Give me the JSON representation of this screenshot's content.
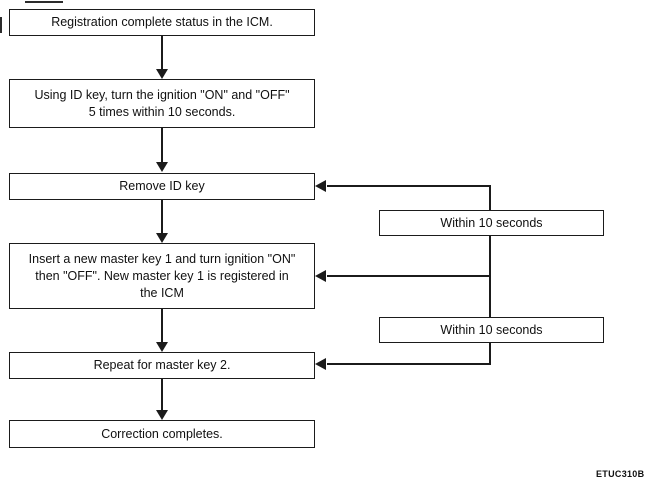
{
  "diagram": {
    "type": "flowchart",
    "figure_code": "ETUC310B",
    "colors": {
      "background": "#ffffff",
      "line": "#1b1b1b",
      "text": "#101010"
    },
    "nodes": {
      "step1": "Registration complete status in the ICM.",
      "step2": "Using ID key, turn the ignition \"ON\" and \"OFF\"\n5 times within 10 seconds.",
      "step3": "Remove ID key",
      "timer1": "Within 10 seconds",
      "step4": "Insert a new master key 1 and turn ignition \"ON\"\nthen \"OFF\". New master key 1 is registered in\nthe ICM",
      "timer2": "Within 10 seconds",
      "step5": "Repeat for master key 2.",
      "step6": "Correction completes."
    },
    "edges": [
      "step1 -> step2",
      "step2 -> step3",
      "step3 -> step4",
      "step4 -> step5",
      "step5 -> step6",
      "trunk -> step3 (via timer1 'Within 10 seconds')",
      "trunk -> step4 (via timer2 'Within 10 seconds')",
      "trunk -> step5"
    ]
  }
}
